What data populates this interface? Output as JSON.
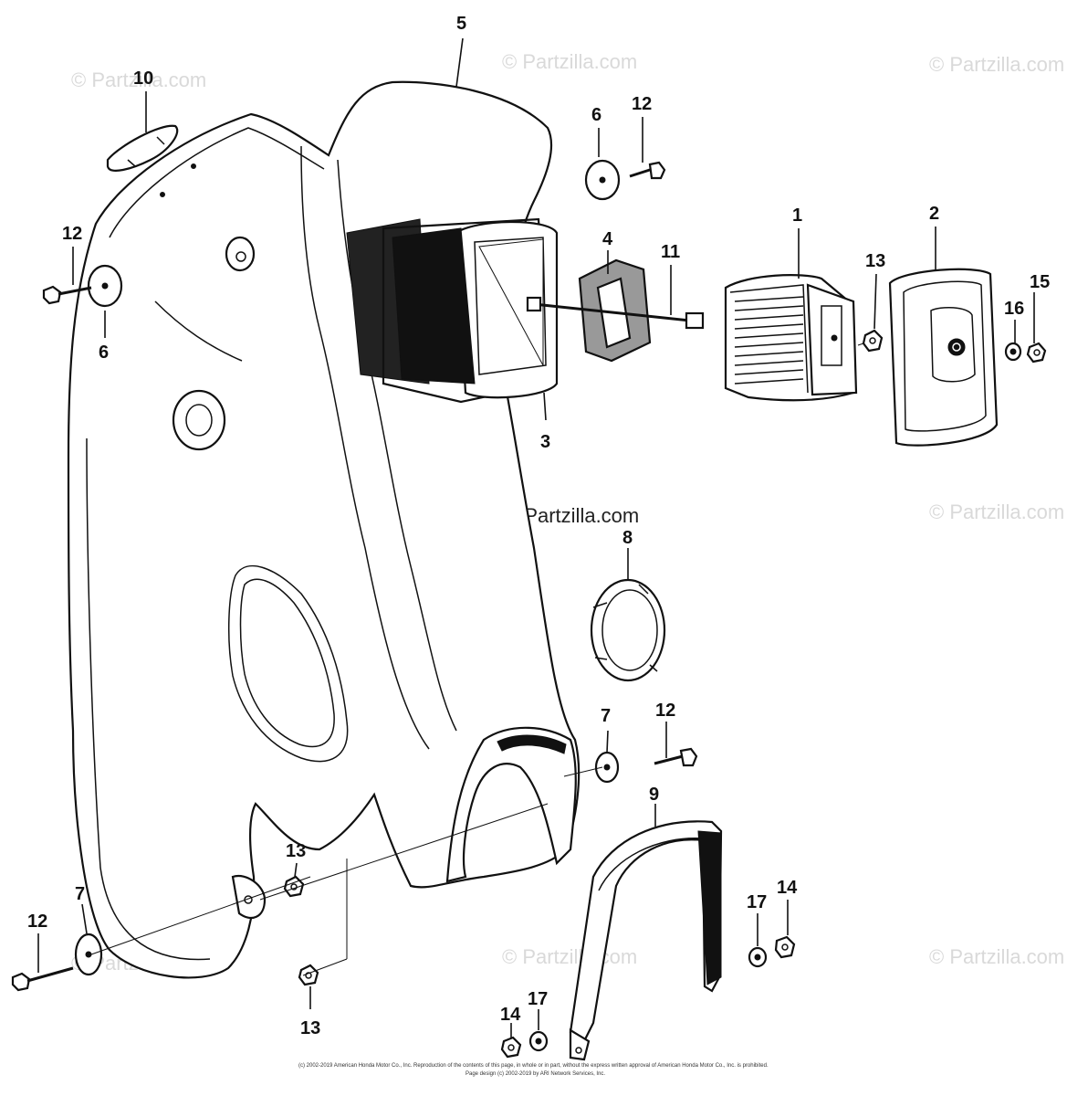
{
  "watermark": "© Partzilla.com",
  "callouts": {
    "c1": "1",
    "c2": "2",
    "c3": "3",
    "c4": "4",
    "c5": "5",
    "c6a": "6",
    "c6b": "6",
    "c7a": "7",
    "c7b": "7",
    "c8": "8",
    "c9": "9",
    "c10": "10",
    "c11": "11",
    "c12a": "12",
    "c12b": "12",
    "c12c": "12",
    "c12d": "12",
    "c13a": "13",
    "c13b": "13",
    "c13c": "13",
    "c14a": "14",
    "c14b": "14",
    "c15": "15",
    "c16": "16",
    "c17a": "17",
    "c17b": "17"
  },
  "copyright": {
    "line1": "(c) 2002-2019 American Honda Motor Co., Inc. Reproduction of the contents of this page, in whole or in part, without the express written approval of American Honda Motor Co., Inc. is prohibited.",
    "line2": "Page design (c) 2002-2019 by ARI Network Services, Inc."
  }
}
